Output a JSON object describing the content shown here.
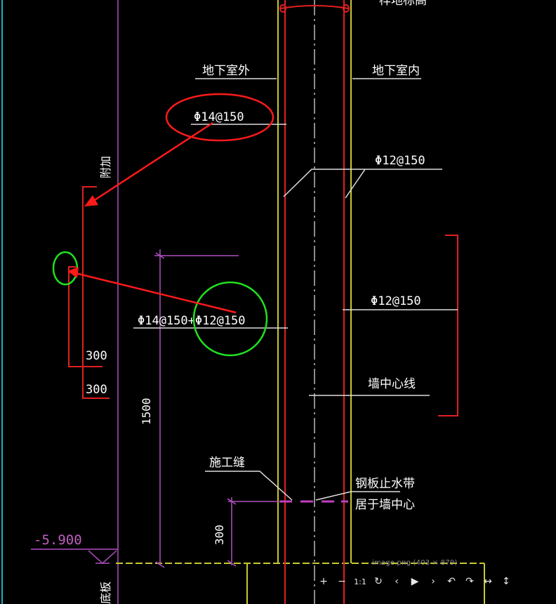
{
  "drawing": {
    "top_label": "样地标高",
    "label_outside": "地下室外",
    "label_inside": "地下室内",
    "rebar_outer_top": "Φ14@150",
    "rebar_inner_top": "Φ12@150",
    "rebar_inner_mid": "Φ12@150",
    "rebar_outer_lower": "Φ14@150+Φ12@150",
    "wall_centerline": "墙中心线",
    "construction_joint": "施工缝",
    "waterstop_1": "钢板止水带",
    "waterstop_2": "居于墙中心",
    "dim_300_upper": "300",
    "dim_300_lower": "300",
    "dim_1500": "1500",
    "dim_300_bottom": "300",
    "elevation": "-5.900",
    "side_label": "附加",
    "bottom_label": "底板"
  },
  "viewer": {
    "zoom_in": "+",
    "zoom_out": "−",
    "actual_size": "1:1",
    "rotate": "↻",
    "prev": "‹",
    "play": "▶",
    "next": "›",
    "undo": "↶",
    "redo": "↷",
    "fit_width": "↔",
    "fit_height": "↕",
    "image_info": "image.png (403 × 879)"
  },
  "colors": {
    "background": "#000000",
    "wall_line": "#c8c832",
    "rebar_red": "#e02020",
    "dimension_magenta": "#b050c0",
    "annotation_arrow": "#ff1a1a",
    "highlight_green": "#20e020",
    "text": "#ffffff"
  }
}
